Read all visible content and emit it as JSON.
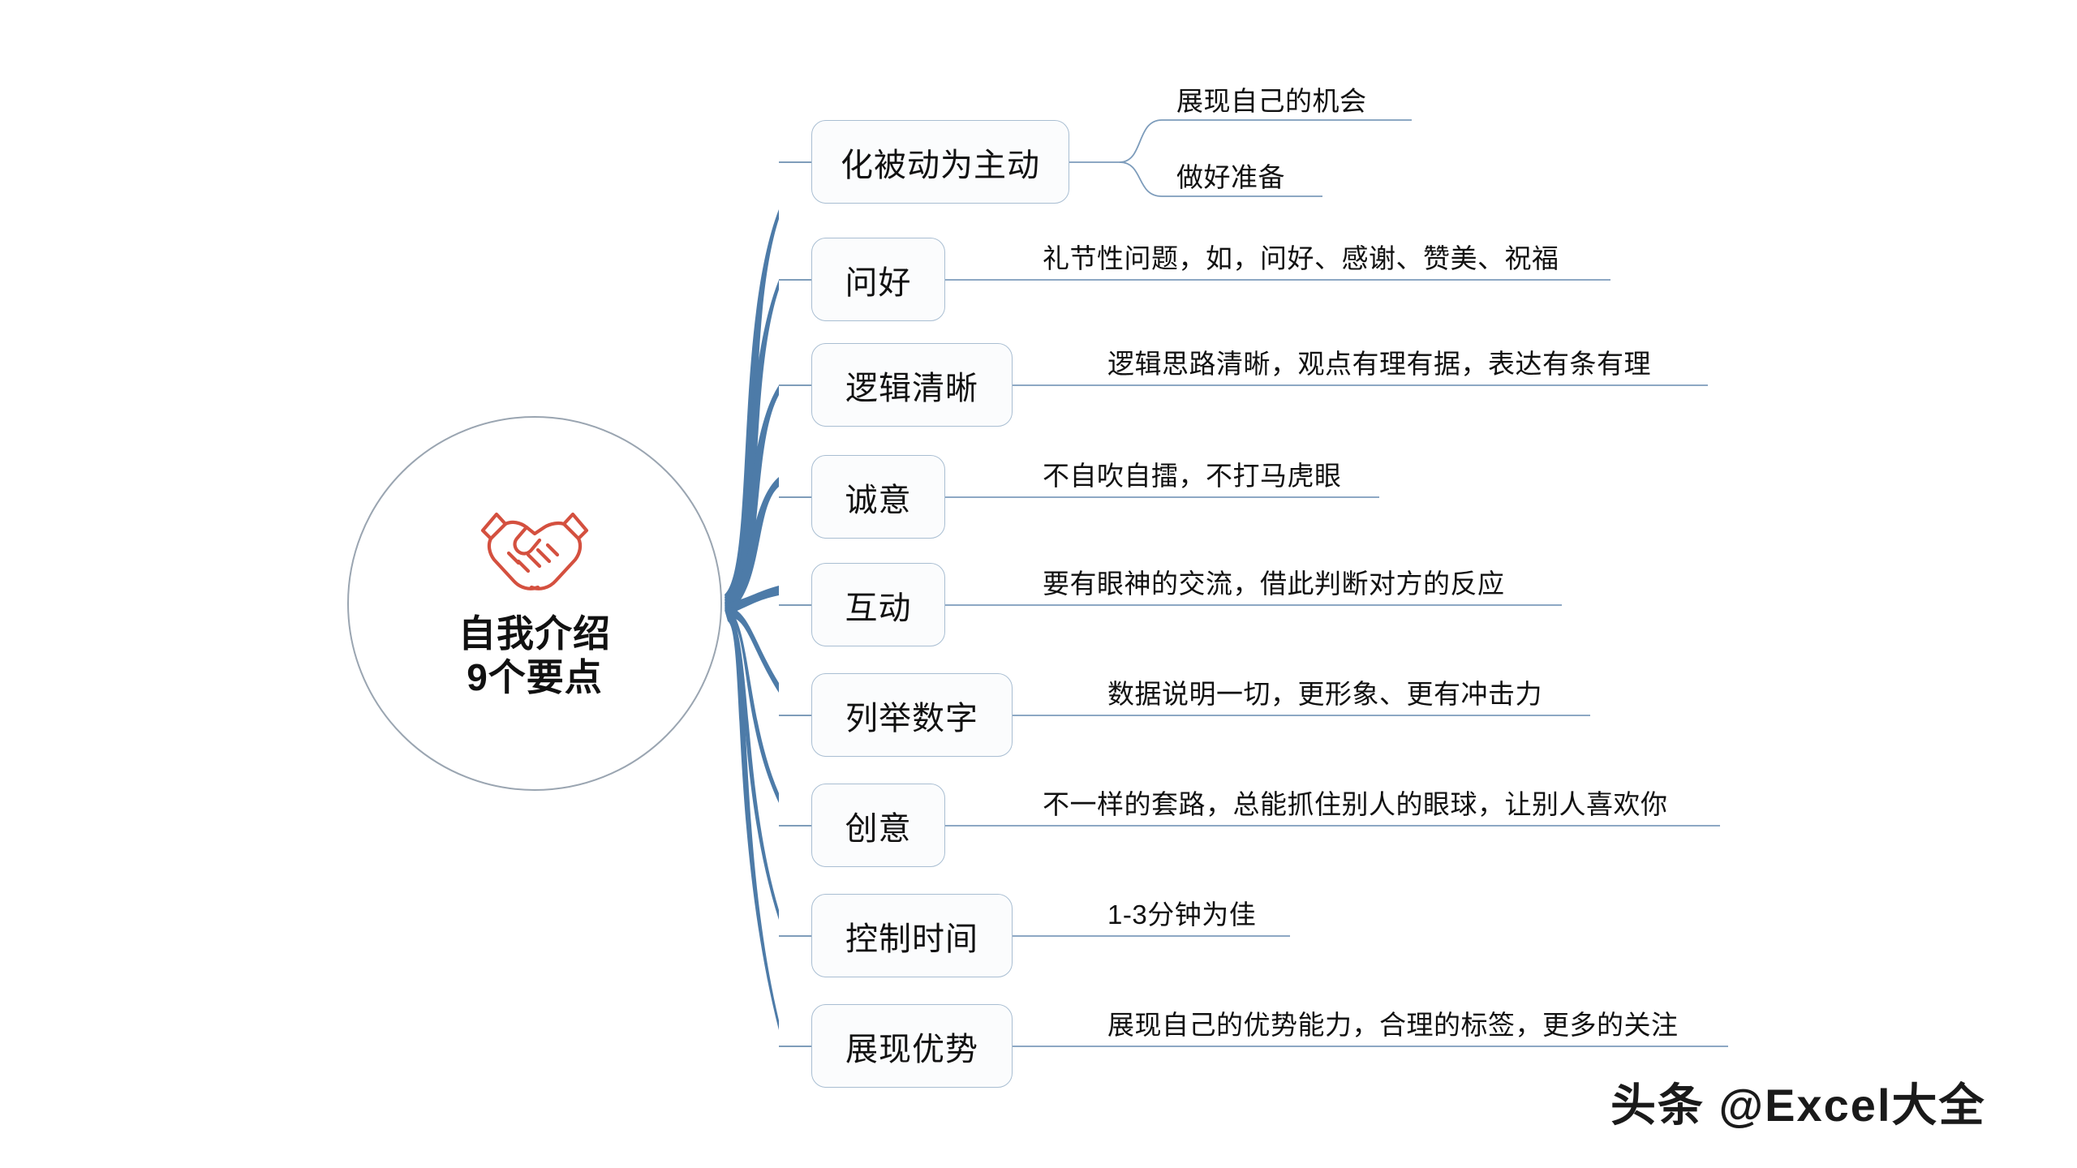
{
  "center": {
    "icon": "handshake-icon",
    "title_line1": "自我介绍",
    "title_line2": "9个要点"
  },
  "colors": {
    "branch": "#4d7ba8",
    "node_border": "#a9bed2",
    "node_fill": "#fbfcfd",
    "circle_border": "#9aa5b1",
    "icon_red": "#d4503f",
    "text": "#111111",
    "background": "#ffffff"
  },
  "nodes": [
    {
      "label": "化被动为主动",
      "leaves": [
        "展现自己的机会",
        "做好准备"
      ]
    },
    {
      "label": "问好",
      "leaves": [
        "礼节性问题，如，问好、感谢、赞美、祝福"
      ]
    },
    {
      "label": "逻辑清晰",
      "leaves": [
        "逻辑思路清晰，观点有理有据，表达有条有理"
      ]
    },
    {
      "label": "诚意",
      "leaves": [
        "不自吹自擂，不打马虎眼"
      ]
    },
    {
      "label": "互动",
      "leaves": [
        "要有眼神的交流，借此判断对方的反应"
      ]
    },
    {
      "label": "列举数字",
      "leaves": [
        "数据说明一切，更形象、更有冲击力"
      ]
    },
    {
      "label": "创意",
      "leaves": [
        "不一样的套路，总能抓住别人的眼球，让别人喜欢你"
      ]
    },
    {
      "label": "控制时间",
      "leaves": [
        "1-3分钟为佳"
      ]
    },
    {
      "label": "展现优势",
      "leaves": [
        "展现自己的优势能力，合理的标签，更多的关注"
      ]
    }
  ],
  "watermark": "头条 @Excel大全"
}
